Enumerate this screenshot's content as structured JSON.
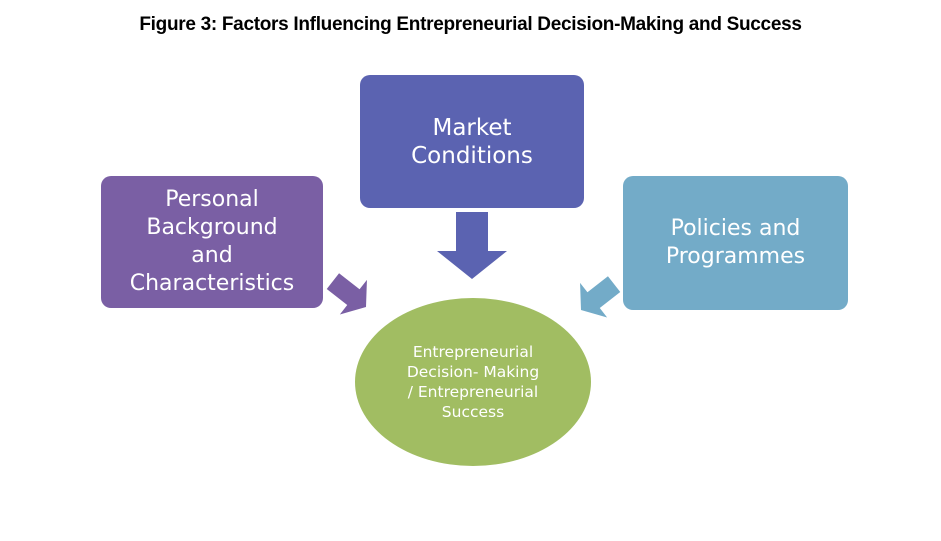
{
  "figure": {
    "title": "Figure 3: Factors Influencing Entrepreneurial Decision-Making and Success"
  },
  "nodes": {
    "market": {
      "label": "Market\nConditions",
      "color": "#5b63b1"
    },
    "personal": {
      "label": "Personal\nBackground\nand\nCharacteristics",
      "color": "#7a5fa4"
    },
    "policies": {
      "label": "Policies and\nProgrammes",
      "color": "#73abc8"
    },
    "center": {
      "label": "Entrepreneurial\nDecision- Making\n/ Entrepreneurial\nSuccess",
      "color": "#a1bd62"
    }
  }
}
